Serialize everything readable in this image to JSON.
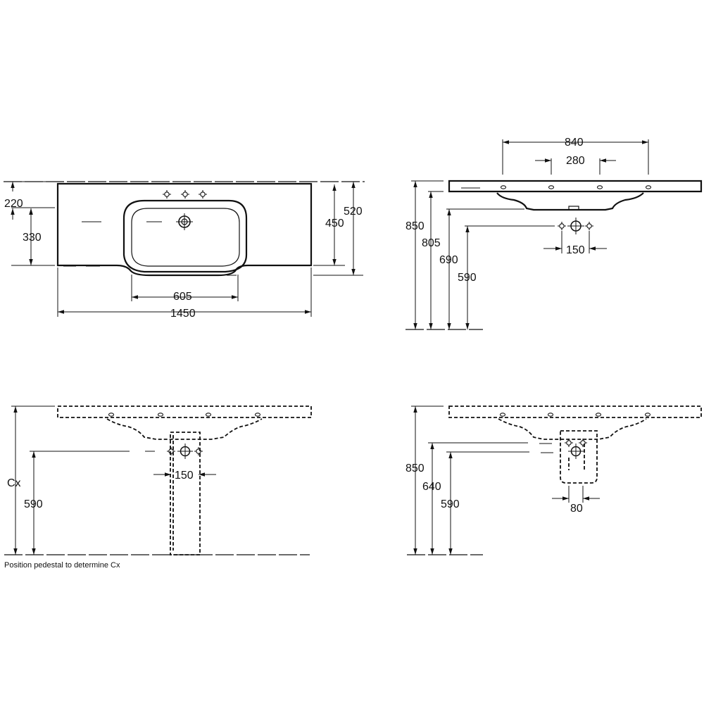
{
  "top_view": {
    "dim_220": "220",
    "dim_330": "330",
    "dim_520": "520",
    "dim_450": "450",
    "dim_605": "605",
    "dim_1450": "1450"
  },
  "side_view": {
    "dim_840": "840",
    "dim_280": "280",
    "dim_850": "850",
    "dim_805": "805",
    "dim_690": "690",
    "dim_590": "590",
    "dim_150": "150"
  },
  "pedestal_view": {
    "dim_cx": "Cx",
    "dim_590": "590",
    "dim_150": "150",
    "note": "Position pedestal to determine Cx"
  },
  "siphon_view": {
    "dim_850": "850",
    "dim_640": "640",
    "dim_590": "590",
    "dim_80": "80"
  }
}
